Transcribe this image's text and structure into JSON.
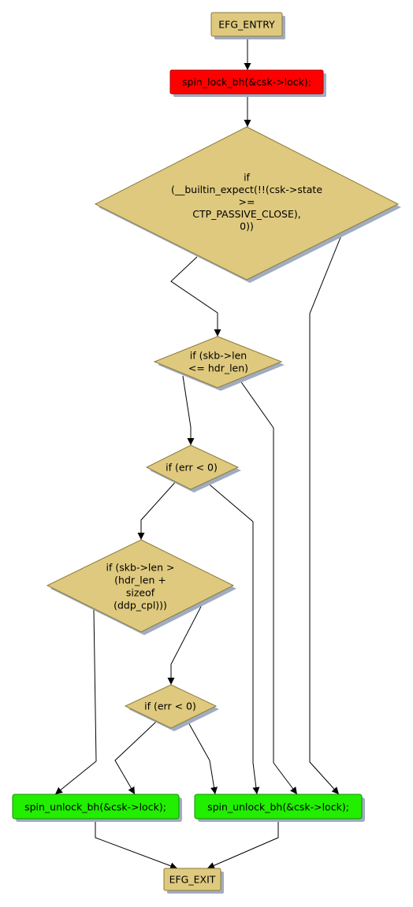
{
  "colors": {
    "background": "#ffffff",
    "default_fill": "#dec97e",
    "default_stroke": "#8c7a3c",
    "shadow": "#a0acc0",
    "red_fill": "#ff0000",
    "red_stroke": "#b00000",
    "green_fill": "#22ee00",
    "green_stroke": "#129000",
    "edge": "#000000"
  },
  "nodes": {
    "efg_entry": {
      "lines": [
        "EFG_ENTRY"
      ]
    },
    "lock": {
      "lines": [
        "spin_lock_bh(&csk->lock);"
      ]
    },
    "cond_state": {
      "lines": [
        "if",
        "(__builtin_expect(!!(csk->state",
        ">=",
        "CTP_PASSIVE_CLOSE),",
        "0))"
      ]
    },
    "cond_len": {
      "lines": [
        "if (skb->len",
        "<= hdr_len)"
      ]
    },
    "cond_err1": {
      "lines": [
        "if (err < 0)"
      ]
    },
    "cond_len2": {
      "lines": [
        "if (skb->len >",
        "(hdr_len +",
        "sizeof",
        "(ddp_cpl)))"
      ]
    },
    "cond_err2": {
      "lines": [
        "if (err < 0)"
      ]
    },
    "unlock_left": {
      "lines": [
        "spin_unlock_bh(&csk->lock);"
      ]
    },
    "unlock_right": {
      "lines": [
        "spin_unlock_bh(&csk->lock);"
      ]
    },
    "efg_exit": {
      "lines": [
        "EFG_EXIT"
      ]
    }
  }
}
